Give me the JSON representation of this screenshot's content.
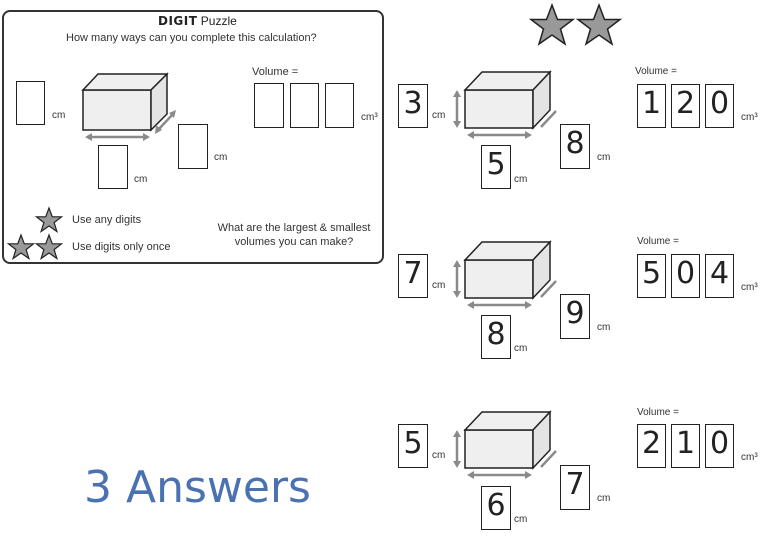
{
  "puzzle": {
    "title_bold": "DIGIT",
    "title_rest": "Puzzle",
    "question": "How many ways can you complete this calculation?",
    "volume_label": "Volume =",
    "unit_cm": "cm",
    "unit_cm3": "cm³",
    "difficulty_1": "Use any digits",
    "difficulty_2": "Use digits only once",
    "prompt": "What are the largest & smallest volumes you can make?"
  },
  "header_stars": 2,
  "answers": [
    {
      "height": "3",
      "width": "5",
      "depth": "8",
      "volume_label": "Volume =",
      "volume_digits": [
        "1",
        "2",
        "0"
      ],
      "unit_cm": "cm",
      "unit_cm3": "cm³"
    },
    {
      "height": "7",
      "width": "8",
      "depth": "9",
      "volume_label": "Volume =",
      "volume_digits": [
        "5",
        "0",
        "4"
      ],
      "unit_cm": "cm",
      "unit_cm3": "cm³"
    },
    {
      "height": "5",
      "width": "6",
      "depth": "7",
      "volume_label": "Volume =",
      "volume_digits": [
        "2",
        "1",
        "0"
      ],
      "unit_cm": "cm",
      "unit_cm3": "cm³"
    }
  ],
  "answers_label": "3 Answers",
  "colors": {
    "star": "#999999",
    "box_fill": "#efefef",
    "arrow": "#8a8a8a",
    "answers_text": "#4a72b0"
  }
}
